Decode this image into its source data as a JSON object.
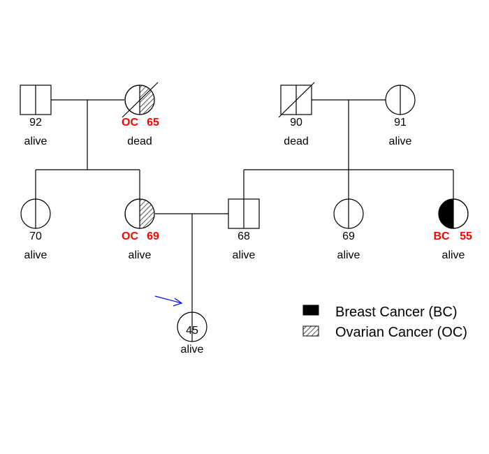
{
  "colors": {
    "affected": "#000000",
    "diagnosis_text": "#ff0000",
    "proband_arrow": "#0000ff"
  },
  "individuals": {
    "gf_maternal": {
      "sex": "male",
      "age": "92",
      "status": "alive",
      "deceased": false,
      "condition": "none"
    },
    "gm_maternal": {
      "sex": "female",
      "age": "65",
      "status": "dead",
      "deceased": true,
      "condition": "OC",
      "dx_label": "OC"
    },
    "gf_paternal": {
      "sex": "male",
      "age": "90",
      "status": "dead",
      "deceased": true,
      "condition": "none"
    },
    "gm_paternal": {
      "sex": "female",
      "age": "91",
      "status": "alive",
      "deceased": false,
      "condition": "none"
    },
    "aunt_maternal": {
      "sex": "female",
      "age": "70",
      "status": "alive",
      "deceased": false,
      "condition": "none"
    },
    "mother": {
      "sex": "female",
      "age": "69",
      "status": "alive",
      "deceased": false,
      "condition": "OC",
      "dx_label": "OC"
    },
    "father": {
      "sex": "male",
      "age": "68",
      "status": "alive",
      "deceased": false,
      "condition": "none"
    },
    "aunt_paternal": {
      "sex": "female",
      "age": "69",
      "status": "alive",
      "deceased": false,
      "condition": "none"
    },
    "aunt_paternal_bc": {
      "sex": "female",
      "age": "55",
      "status": "alive",
      "deceased": false,
      "condition": "BC",
      "dx_label": "BC"
    },
    "proband": {
      "sex": "female",
      "age": "45",
      "status": "alive",
      "deceased": false,
      "condition": "none",
      "is_proband": true
    }
  },
  "legend": {
    "breast_cancer": "Breast Cancer (BC)",
    "ovarian_cancer": "Ovarian Cancer (OC)"
  }
}
